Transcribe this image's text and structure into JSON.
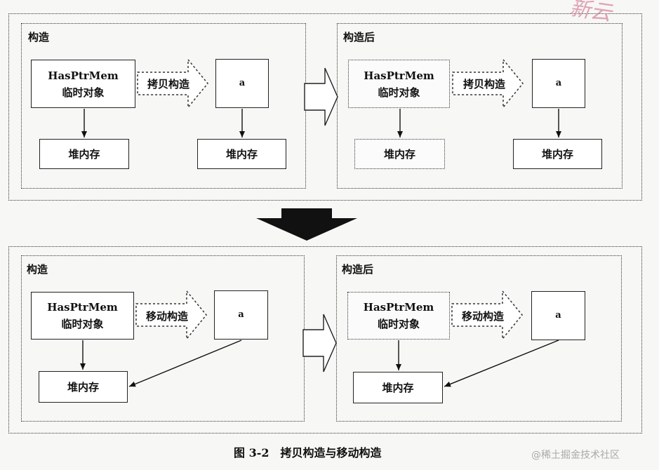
{
  "panels": [
    {
      "before": {
        "label": "构造",
        "object": {
          "name": "HasPtrMem",
          "sub": "临时对象"
        },
        "action": "拷贝构造",
        "target": "a",
        "heap_left": "堆内存",
        "heap_right": "堆内存"
      },
      "after": {
        "label": "构造后",
        "object": {
          "name": "HasPtrMem",
          "sub": "临时对象"
        },
        "action": "拷贝构造",
        "target": "a",
        "heap_left": "堆内存",
        "heap_right": "堆内存"
      }
    },
    {
      "before": {
        "label": "构造",
        "object": {
          "name": "HasPtrMem",
          "sub": "临时对象"
        },
        "action": "移动构造",
        "target": "a",
        "heap": "堆内存"
      },
      "after": {
        "label": "构造后",
        "object": {
          "name": "HasPtrMem",
          "sub": "临时对象"
        },
        "action": "移动构造",
        "target": "a",
        "heap": "堆内存"
      }
    }
  ],
  "caption": "图 3-2　拷贝构造与移动构造",
  "watermark": "@稀土掘金技术社区",
  "stamp": "新云"
}
